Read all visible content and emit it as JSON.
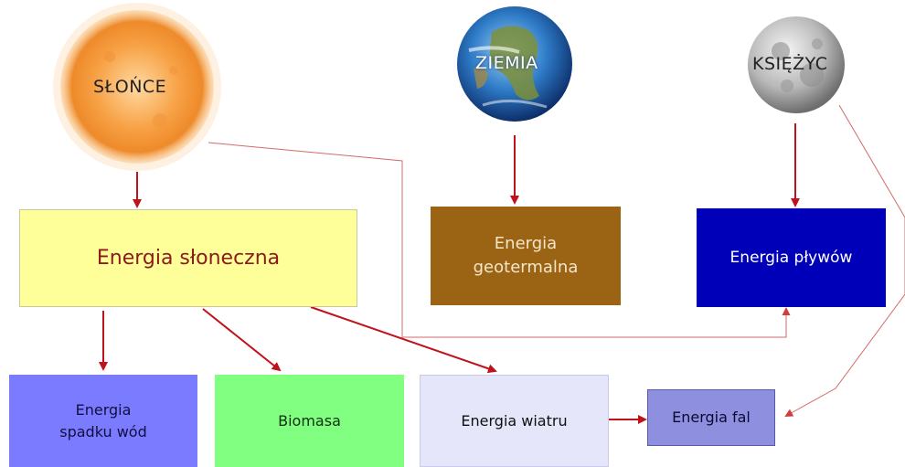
{
  "bodies": {
    "sun": "SŁOŃCE",
    "earth": "ZIEMIA",
    "moon": "KSIĘŻYC"
  },
  "boxes": {
    "solar": "Energia słoneczna",
    "geothermal": "Energia geotermalna",
    "tidal": "Energia pływów",
    "hydro": "Energia spadku wód",
    "biomass": "Biomasa",
    "wind": "Energia wiatru",
    "waves": "Energia fal"
  },
  "colors": {
    "arrow": "#c0121a",
    "thin_line": "#d46a6a",
    "solar_fill": "#ffff99",
    "solar_text": "#8b1a1a",
    "geothermal_fill": "#9b6414",
    "tidal_fill": "#0000b8",
    "hydro_fill": "#7b7bff",
    "biomass_fill": "#80ff80",
    "wind_fill": "#e6e6fa",
    "waves_fill": "#8f8fe0"
  }
}
